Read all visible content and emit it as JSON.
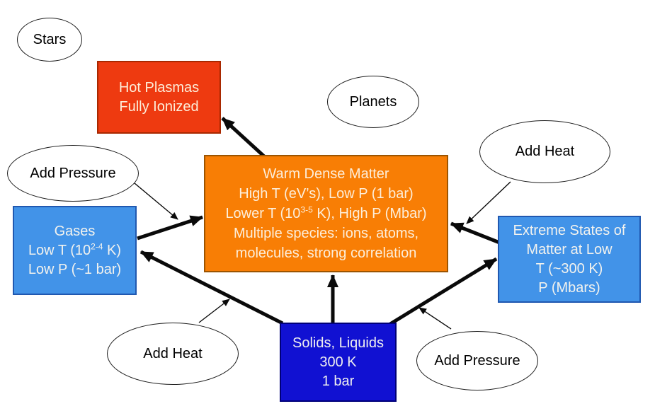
{
  "palette": {
    "background": "#FFFFFF",
    "red_box_fill": "#EE3A10",
    "red_box_border": "#A82800",
    "orange_box_fill": "#F87E05",
    "orange_box_border": "#9C5400",
    "blue_box_fill": "#4293E8",
    "blue_box_border": "#2058B0",
    "dark_blue_box_fill": "#1111D2",
    "dark_blue_box_border": "#000078",
    "box_text": "#FDEEDA",
    "ellipse_text": "#000000",
    "arrow_color": "#0A0A0A"
  },
  "ellipses": {
    "stars": {
      "label": "Stars"
    },
    "planets": {
      "label": "Planets"
    },
    "add_heat_right": {
      "label": "Add Heat"
    },
    "add_pressure_left": {
      "label": "Add Pressure"
    },
    "add_heat_left": {
      "label": "Add Heat"
    },
    "add_pressure_right": {
      "label": "Add Pressure"
    }
  },
  "boxes": {
    "hot_plasmas": {
      "lines": [
        "Hot Plasmas",
        "Fully Ionized"
      ]
    },
    "warm_dense_matter": {
      "lines": [
        "Warm Dense Matter",
        "High T (eV’s), Low P (1 bar)",
        "Lower T (10^{3-5} K), High P (Mbar)",
        "Multiple species: ions, atoms,",
        "molecules, strong correlation"
      ]
    },
    "gases": {
      "lines": [
        "Gases",
        "Low T (10^{2-4} K)",
        "Low P (~1 bar)"
      ]
    },
    "extreme_states": {
      "lines": [
        "Extreme States of",
        "Matter at Low",
        "T (~300 K)",
        "P (Mbars)"
      ]
    },
    "solids_liquids": {
      "lines": [
        "Solids, Liquids",
        "300 K",
        "1 bar"
      ]
    }
  },
  "transitions": [
    {
      "from": "Warm Dense Matter",
      "to": "Hot Plasmas",
      "style": "thick",
      "label": ""
    },
    {
      "from": "Gases",
      "to": "Warm Dense Matter",
      "style": "thick",
      "label": "Add Pressure"
    },
    {
      "from": "Solids, Liquids",
      "to": "Gases",
      "style": "thick",
      "label": "Add Heat"
    },
    {
      "from": "Solids, Liquids",
      "to": "Warm Dense Matter",
      "style": "thick",
      "label": ""
    },
    {
      "from": "Solids, Liquids",
      "to": "Extreme States of Matter",
      "style": "thick",
      "label": "Add Pressure"
    },
    {
      "from": "Extreme States of Matter",
      "to": "Warm Dense Matter",
      "style": "thick",
      "label": "Add Heat"
    }
  ]
}
